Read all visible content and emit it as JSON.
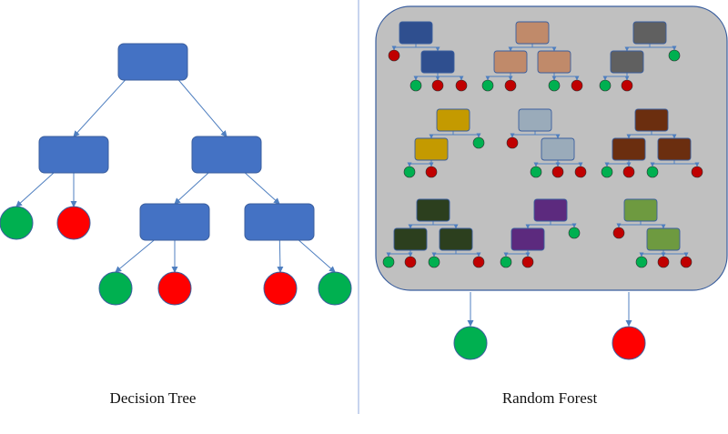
{
  "labels": {
    "decision_tree": "Decision Tree",
    "random_forest": "Random Forest"
  },
  "colors": {
    "node_blue": "#4472c4",
    "node_stroke": "#3a5e9e",
    "leaf_green": "#00b050",
    "leaf_red": "#ff0000",
    "leaf_dark_red": "#c00000",
    "edge": "#4f7fc0",
    "forest_bg": "#c0c0c0",
    "forest_border": "#3a5e9e",
    "divider": "#8faadc"
  },
  "decision_tree": {
    "nodes": [
      "root",
      "left",
      "right",
      "right-left",
      "right-right"
    ],
    "leaf_outcomes": [
      "green",
      "red",
      "green",
      "red",
      "red",
      "green"
    ]
  },
  "forest": {
    "trees": [
      {
        "name": "tree-1",
        "color": "#2f4f8f"
      },
      {
        "name": "tree-2",
        "color": "#c08a6a"
      },
      {
        "name": "tree-3",
        "color": "#606060"
      },
      {
        "name": "tree-4",
        "color": "#c49a00"
      },
      {
        "name": "tree-5",
        "color": "#9aabba"
      },
      {
        "name": "tree-6",
        "color": "#6b2e0f"
      },
      {
        "name": "tree-7",
        "color": "#2c3f1e"
      },
      {
        "name": "tree-8",
        "color": "#5c2a7e"
      },
      {
        "name": "tree-9",
        "color": "#6e9a40"
      }
    ],
    "outputs": [
      "green",
      "red"
    ]
  }
}
